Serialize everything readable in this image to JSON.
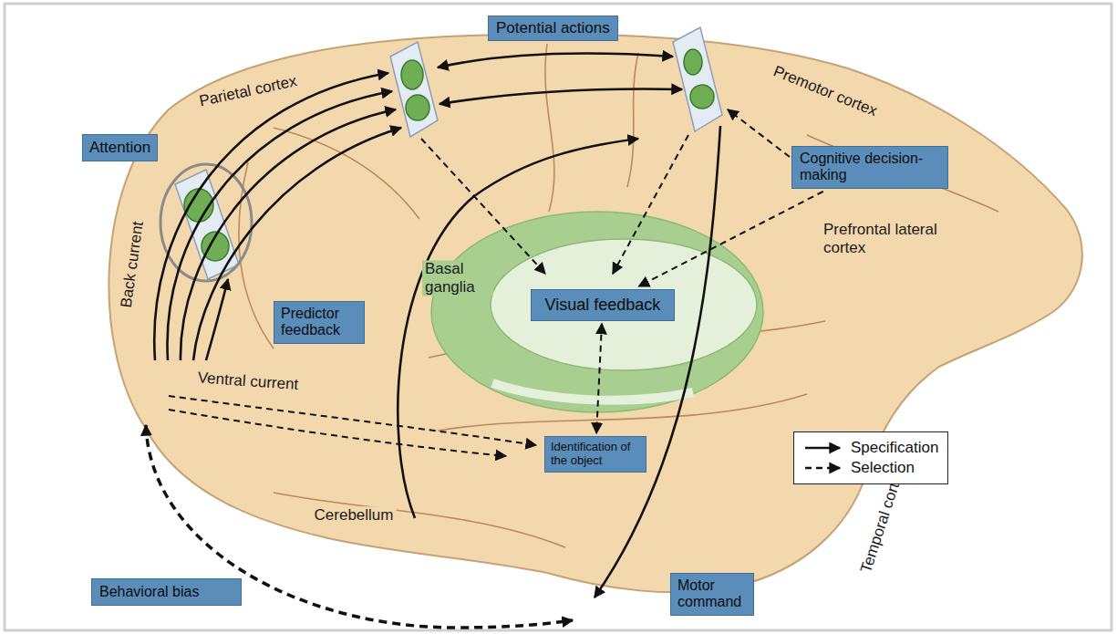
{
  "diagram": {
    "nodes": [
      {
        "text": [
          "Potential actions"
        ]
      },
      {
        "text": [
          "Attention"
        ]
      },
      {
        "text": [
          "Cognitive decision-making"
        ]
      },
      {
        "text": [
          "Predictor feedback"
        ]
      },
      {
        "text": [
          "Visual feedback"
        ]
      },
      {
        "text": [
          "Identification of the object"
        ]
      },
      {
        "text": [
          "Behavioral bias"
        ]
      },
      {
        "text": [
          "Motor command"
        ]
      }
    ],
    "edges": [
      {
        "from": 2,
        "to": 4,
        "arrow": "to"
      },
      {
        "from": 4,
        "to": 5,
        "arrow": "both"
      }
    ],
    "labels": [
      "Parietal cortex",
      "Premotor cortex",
      "Back current",
      "Prefrontal lateral cortex",
      "Basal ganglia",
      "Ventral current",
      "Cerebellum",
      "Temporal cortex"
    ],
    "legend": [
      {
        "text": "Specification"
      },
      {
        "text": "Selection"
      }
    ]
  }
}
